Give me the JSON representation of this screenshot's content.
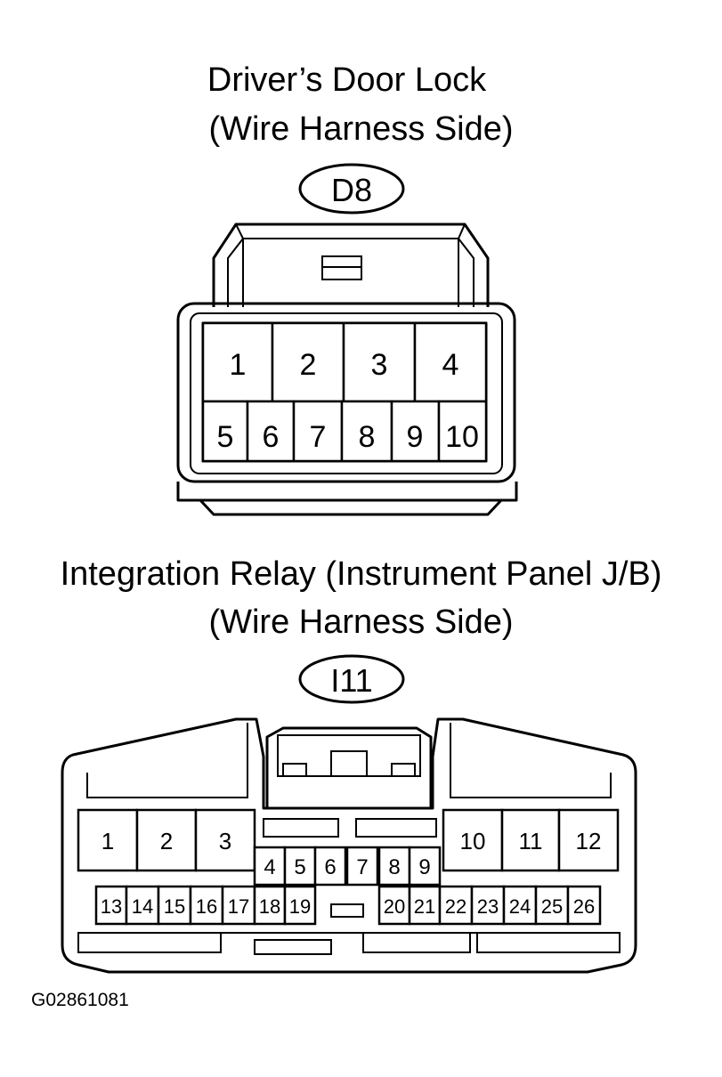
{
  "connector_d8": {
    "title_line1": "Driver’s Door Lock",
    "title_line2": "(Wire Harness Side)",
    "code": "D8",
    "pins": [
      "1",
      "2",
      "3",
      "4",
      "5",
      "6",
      "7",
      "8",
      "9",
      "10"
    ]
  },
  "connector_i11": {
    "title_line1": "Integration Relay (Instrument Panel J/B)",
    "title_line2": "(Wire Harness Side)",
    "code": "I11",
    "pins": [
      "1",
      "2",
      "3",
      "4",
      "5",
      "6",
      "7",
      "8",
      "9",
      "10",
      "11",
      "12",
      "13",
      "14",
      "15",
      "16",
      "17",
      "18",
      "19",
      "20",
      "21",
      "22",
      "23",
      "24",
      "25",
      "26"
    ]
  },
  "figure_id": "G02861081"
}
